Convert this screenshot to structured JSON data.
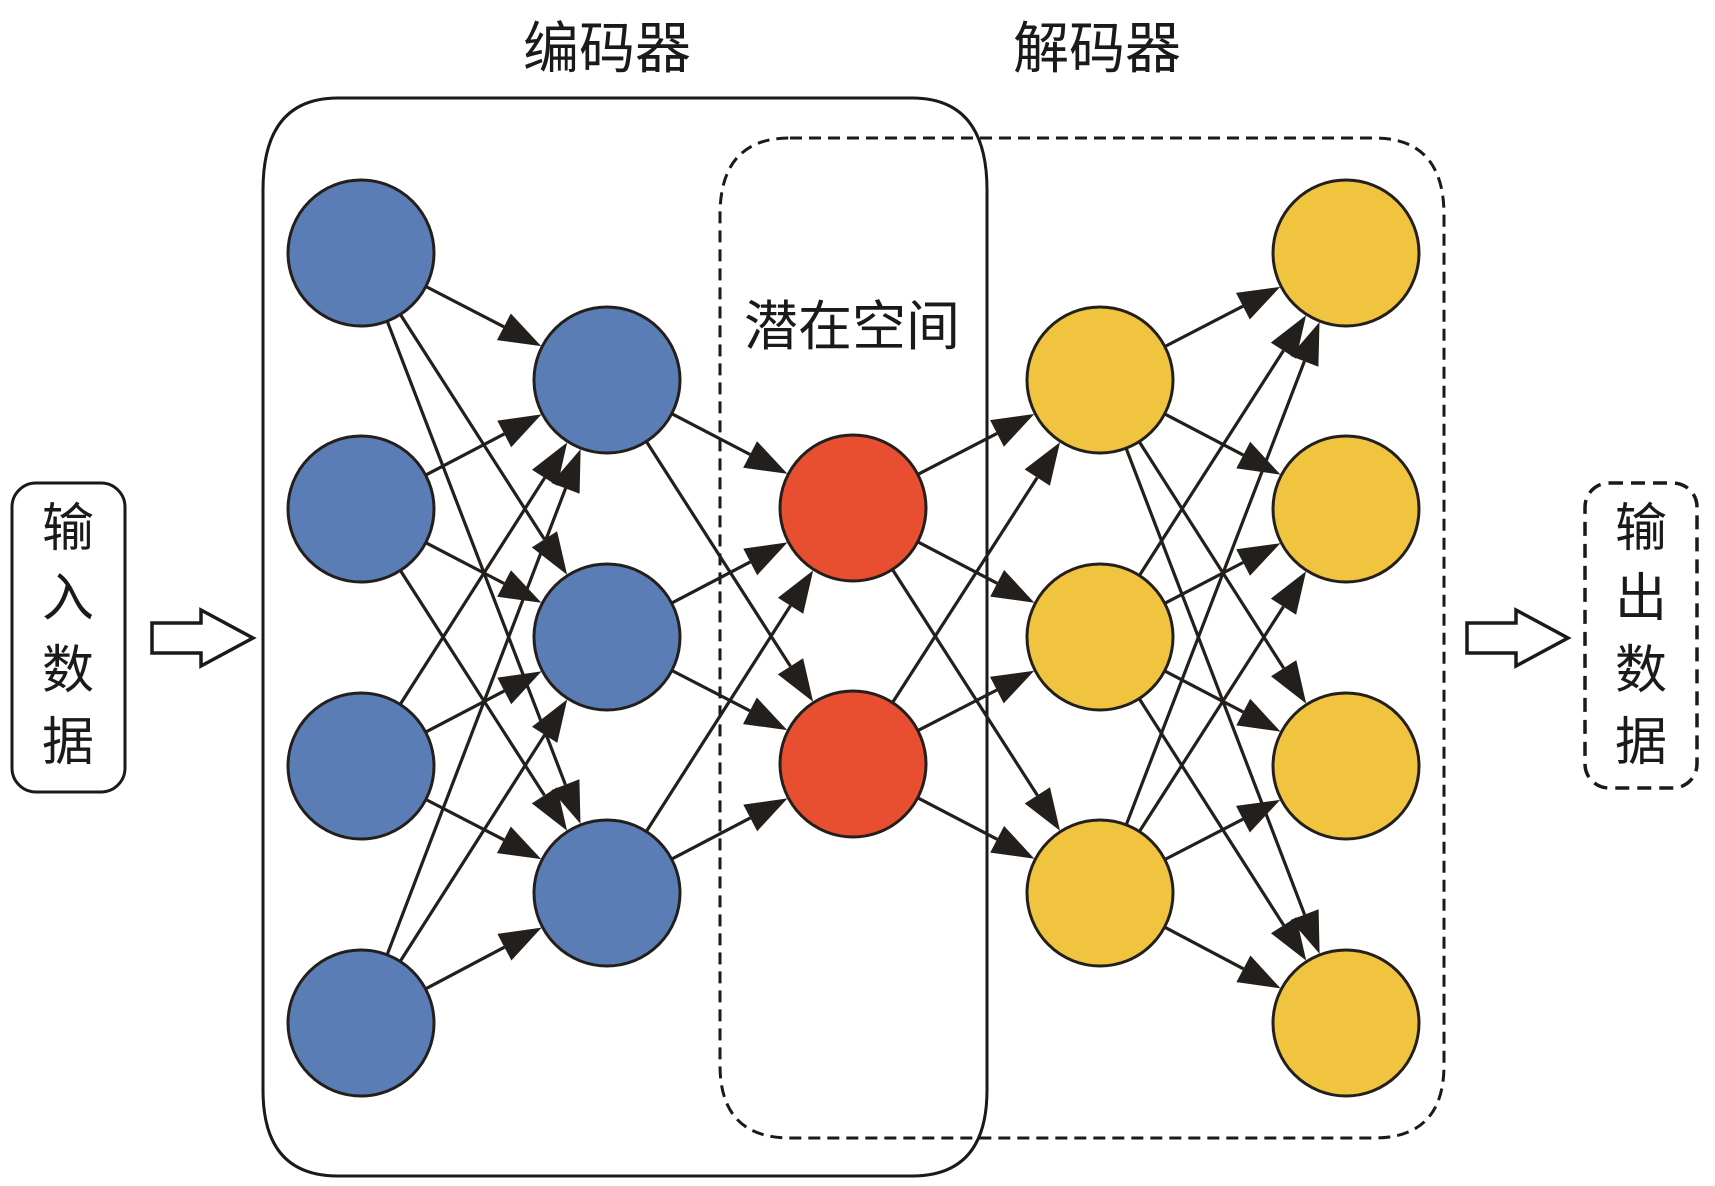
{
  "diagram": {
    "type": "autoencoder-network",
    "titles": {
      "encoder": "编码器",
      "decoder": "解码器",
      "latent_space": "潜在空间"
    },
    "input_label": [
      "输",
      "入",
      "数",
      "据"
    ],
    "output_label": [
      "输",
      "出",
      "数",
      "据"
    ],
    "colors": {
      "encoder_node": "#5B7DB5",
      "latent_node": "#E84E30",
      "decoder_node": "#F0C43F",
      "stroke": "#231F1C"
    },
    "layers": [
      {
        "name": "input",
        "role": "encoder",
        "nodes": 4
      },
      {
        "name": "encoder-hidden",
        "role": "encoder",
        "nodes": 3
      },
      {
        "name": "latent",
        "role": "latent",
        "nodes": 2
      },
      {
        "name": "decoder-hidden",
        "role": "decoder",
        "nodes": 3
      },
      {
        "name": "output",
        "role": "decoder",
        "nodes": 4
      }
    ],
    "connectivity": "fully-connected between consecutive layers, arrows pointing forward"
  }
}
